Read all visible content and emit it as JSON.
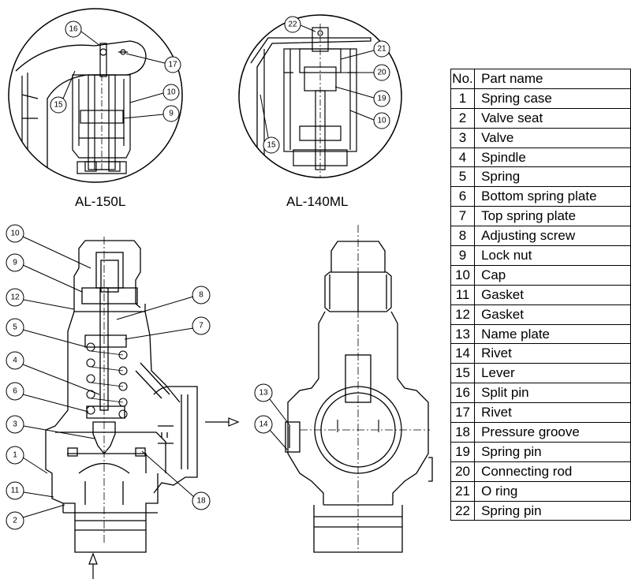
{
  "callouts": {
    "c1": "1",
    "c2": "2",
    "c3": "3",
    "c4": "4",
    "c5": "5",
    "c6": "6",
    "c7": "7",
    "c8": "8",
    "c9": "9",
    "c10": "10",
    "c11": "11",
    "c12": "12",
    "c9b": "9",
    "c10b": "10",
    "c10c": "10",
    "c13": "13",
    "c14": "14",
    "c15": "15",
    "c15b": "15",
    "c16": "16",
    "c17": "17",
    "c18": "18",
    "c19": "19",
    "c20": "20",
    "c21": "21",
    "c22": "22"
  },
  "captions": {
    "detail_left": "AL-150L",
    "detail_right": "AL-140ML"
  },
  "table": {
    "header_no": "No.",
    "header_name": "Part name",
    "rows": [
      {
        "no": "1",
        "name": "Spring case"
      },
      {
        "no": "2",
        "name": "Valve seat"
      },
      {
        "no": "3",
        "name": "Valve"
      },
      {
        "no": "4",
        "name": "Spindle"
      },
      {
        "no": "5",
        "name": "Spring"
      },
      {
        "no": "6",
        "name": "Bottom spring plate"
      },
      {
        "no": "7",
        "name": "Top spring plate"
      },
      {
        "no": "8",
        "name": "Adjusting screw"
      },
      {
        "no": "9",
        "name": "Lock nut"
      },
      {
        "no": "10",
        "name": "Cap"
      },
      {
        "no": "11",
        "name": "Gasket"
      },
      {
        "no": "12",
        "name": "Gasket"
      },
      {
        "no": "13",
        "name": "Name plate"
      },
      {
        "no": "14",
        "name": "Rivet"
      },
      {
        "no": "15",
        "name": "Lever"
      },
      {
        "no": "16",
        "name": "Split pin"
      },
      {
        "no": "17",
        "name": "Rivet"
      },
      {
        "no": "18",
        "name": "Pressure groove"
      },
      {
        "no": "19",
        "name": "Spring pin"
      },
      {
        "no": "20",
        "name": "Connecting rod"
      },
      {
        "no": "21",
        "name": "O ring"
      },
      {
        "no": "22",
        "name": "Spring pin"
      }
    ]
  }
}
